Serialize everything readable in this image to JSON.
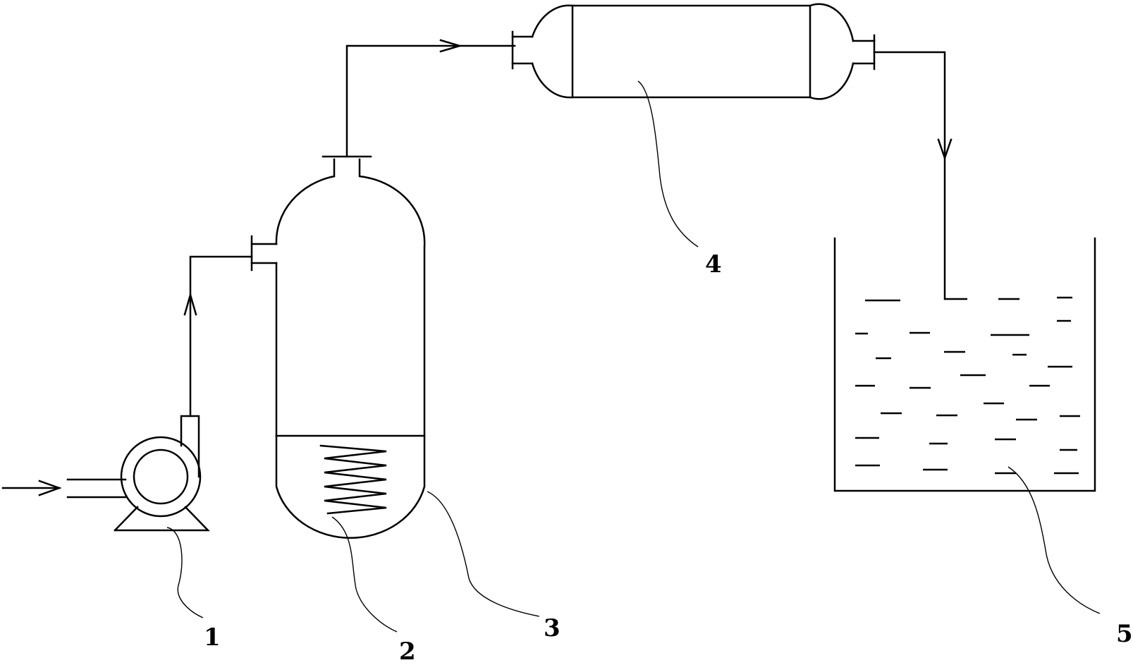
{
  "figure": {
    "components": [
      {
        "id": "pump",
        "label": "1"
      },
      {
        "id": "heated-vessel-coil",
        "label": "2"
      },
      {
        "id": "heated-vessel",
        "label": "3"
      },
      {
        "id": "condenser",
        "label": "4"
      },
      {
        "id": "collection-tank",
        "label": "5"
      }
    ]
  }
}
